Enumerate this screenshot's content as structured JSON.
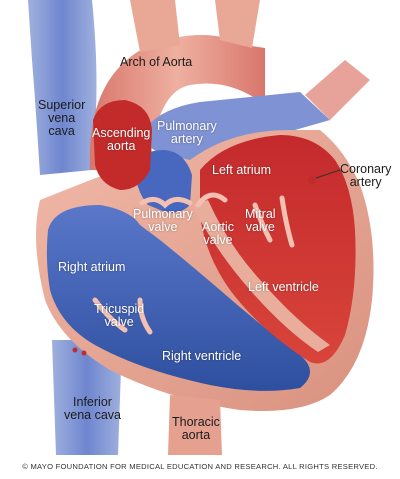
{
  "labels": {
    "arch_of_aorta": "Arch of Aorta",
    "superior_vena_cava": "Superior\nvena\ncava",
    "ascending_aorta": "Ascending\naorta",
    "pulmonary_artery": "Pulmonary\nartery",
    "left_atrium": "Left atrium",
    "coronary_artery": "Coronary\nartery",
    "pulmonary_valve": "Pulmonary\nvalve",
    "aortic_valve": "Aortic\nvalve",
    "mitral_valve": "Mitral\nvalve",
    "right_atrium": "Right atrium",
    "left_ventricle": "Left ventricle",
    "tricuspid_valve": "Tricuspid\nvalve",
    "right_ventricle": "Right ventricle",
    "inferior_vena_cava": "Inferior\nvena cava",
    "thoracic_aorta": "Thoracic\naorta"
  },
  "copyright": "© MAYO FOUNDATION FOR MEDICAL EDUCATION AND RESEARCH. ALL RIGHTS RESERVED.",
  "colors": {
    "deoxygenated": "#3a5fb8",
    "oxygenated": "#c4262a",
    "tissue": "#e8a796",
    "vessel_light": "#aab6dd"
  }
}
